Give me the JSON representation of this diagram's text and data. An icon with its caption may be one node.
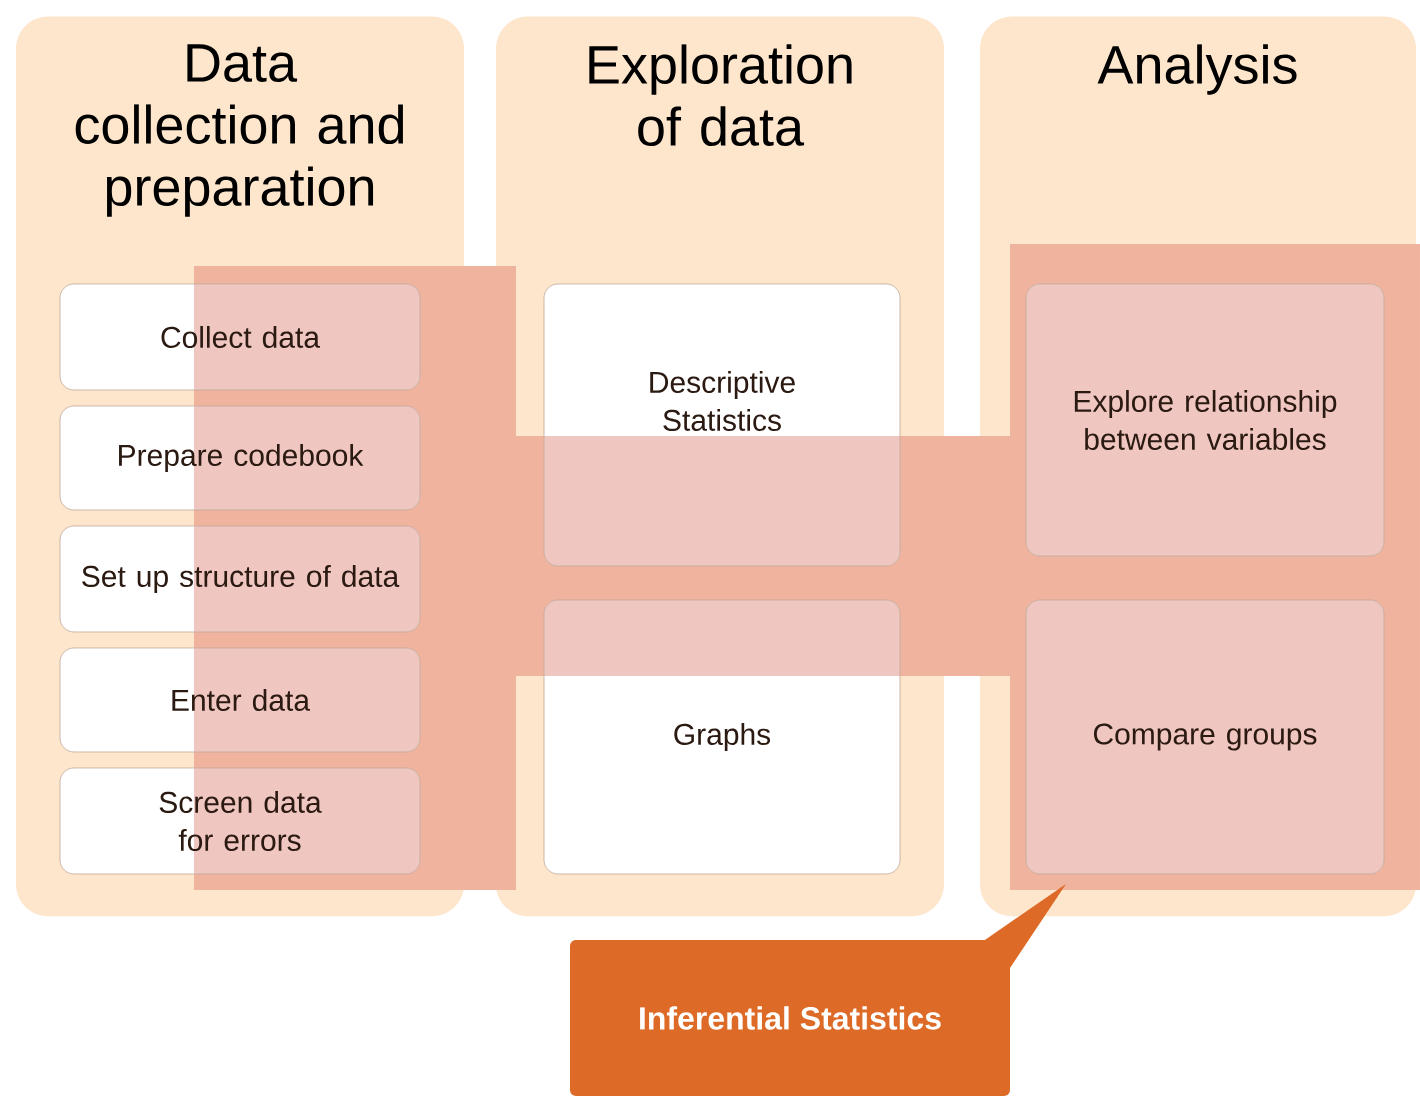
{
  "diagram": {
    "nodes": [
      {
        "text": [
          "Data collection and preparation"
        ]
      },
      {
        "text": [
          "Collect data"
        ],
        "in": 0
      },
      {
        "text": [
          "Prepare codebook"
        ],
        "in": 0
      },
      {
        "text": [
          "Set up structure of data"
        ],
        "in": 0
      },
      {
        "text": [
          "Enter data"
        ],
        "in": 0
      },
      {
        "text": [
          "Screen data for errors"
        ],
        "in": 0
      },
      {
        "text": [
          "Exploration of data"
        ]
      },
      {
        "text": [
          "Descriptive Statistics"
        ],
        "in": 6
      },
      {
        "text": [
          "Graphs"
        ],
        "in": 6
      },
      {
        "text": [
          "Analysis"
        ]
      },
      {
        "text": [
          "Explore relationship between variables"
        ],
        "in": 9
      },
      {
        "text": [
          "Compare groups"
        ],
        "in": 9
      },
      {
        "text": [
          "Inferential Statistics"
        ]
      }
    ]
  }
}
